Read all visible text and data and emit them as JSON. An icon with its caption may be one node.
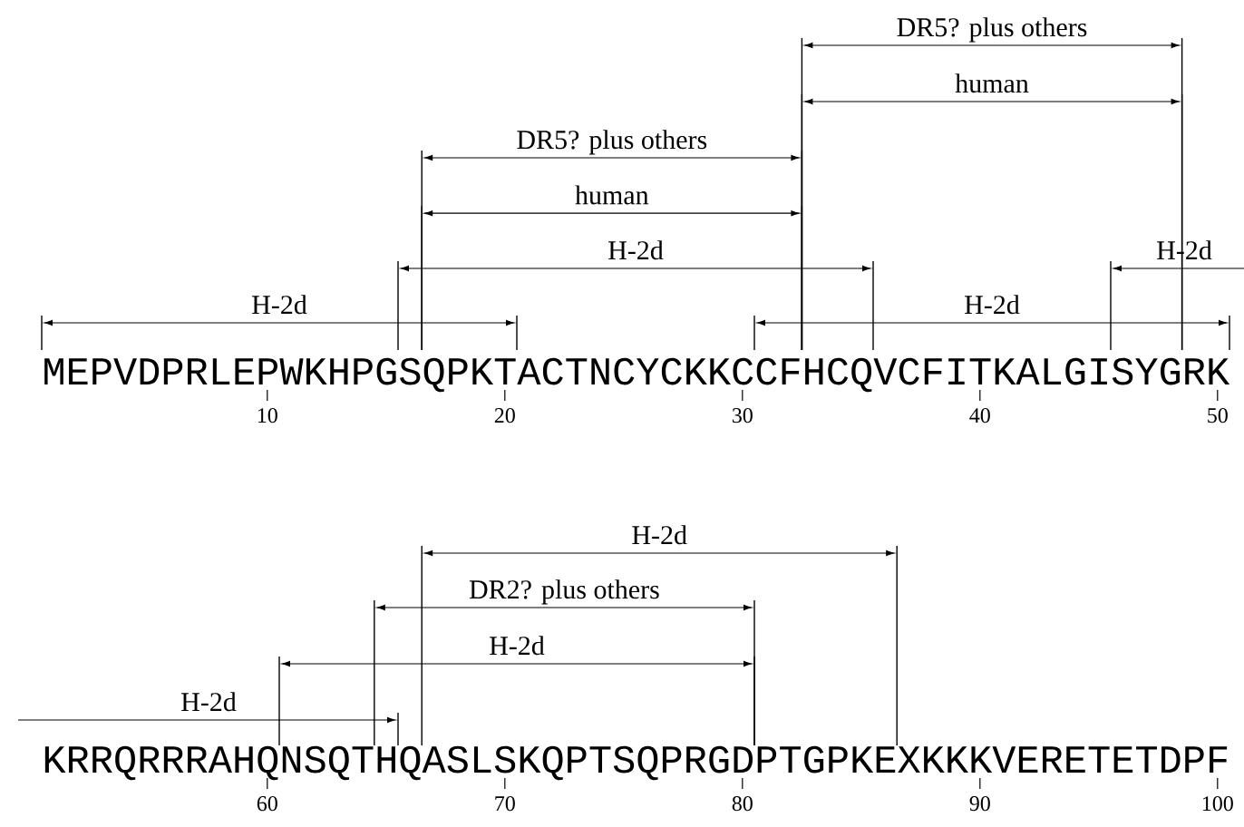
{
  "diagram": {
    "labels": [
      "DR5? plus others",
      "human",
      "DR5? plus others",
      "human",
      "H-2d",
      "H-2d",
      "H-2d",
      "H-2d",
      "MEPVDPRLEPWKHPGSQPKTACTNCYCKKCCFHCQVCFITKALGISYGRK",
      "10",
      "20",
      "30",
      "40",
      "50",
      "H-2d",
      "DR2? plus others",
      "H-2d",
      "H-2d",
      "KRRQRRRAHQNSQTHQASLSKQPTSQPRGDPTGPKEXKKKVERETETDPF",
      "60",
      "70",
      "80",
      "90",
      "100"
    ]
  }
}
